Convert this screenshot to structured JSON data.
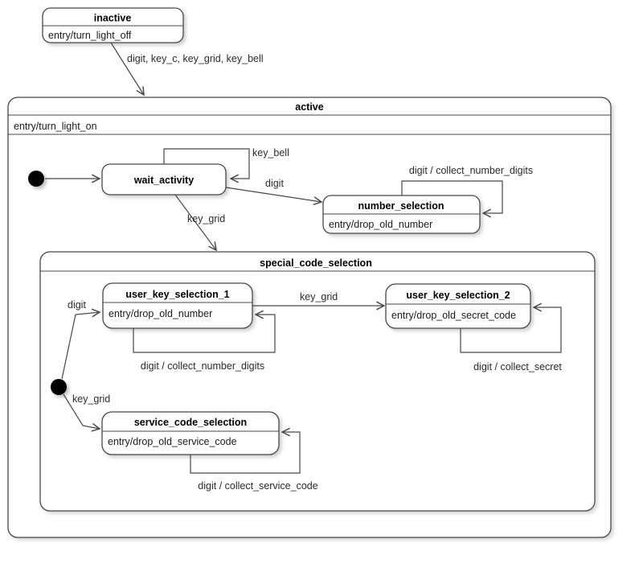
{
  "diagram": {
    "kind": "uml-state-machine",
    "colors": {
      "line": "#474747",
      "state_fill": "#ffffff",
      "text": "#000000",
      "background": "#ffffff"
    },
    "states": {
      "inactive": {
        "name": "inactive",
        "entry": "entry/turn_light_off"
      },
      "active": {
        "name": "active",
        "entry": "entry/turn_light_on"
      },
      "wait_activity": {
        "name": "wait_activity"
      },
      "number_selection": {
        "name": "number_selection",
        "entry": "entry/drop_old_number"
      },
      "special_code_selection": {
        "name": "special_code_selection"
      },
      "user_key_selection_1": {
        "name": "user_key_selection_1",
        "entry": "entry/drop_old_number"
      },
      "user_key_selection_2": {
        "name": "user_key_selection_2",
        "entry": "entry/drop_old_secret_code"
      },
      "service_code_selection": {
        "name": "service_code_selection",
        "entry": "entry/drop_old_service_code"
      }
    },
    "transitions": {
      "inactive_to_active": {
        "label": "digit, key_c, key_grid, key_bell"
      },
      "wait_activity_self": {
        "label": "key_bell"
      },
      "wait_to_number": {
        "label": "digit"
      },
      "number_self": {
        "label": "digit / collect_number_digits"
      },
      "wait_to_special": {
        "label": "key_grid"
      },
      "special_init_to_uks1": {
        "label": "digit"
      },
      "uks1_to_uks2": {
        "label": "key_grid"
      },
      "uks1_self": {
        "label": "digit / collect_number_digits"
      },
      "uks2_self": {
        "label": "digit / collect_secret"
      },
      "special_init_to_service": {
        "label": "key_grid"
      },
      "service_self": {
        "label": "digit / collect_service_code"
      }
    }
  }
}
